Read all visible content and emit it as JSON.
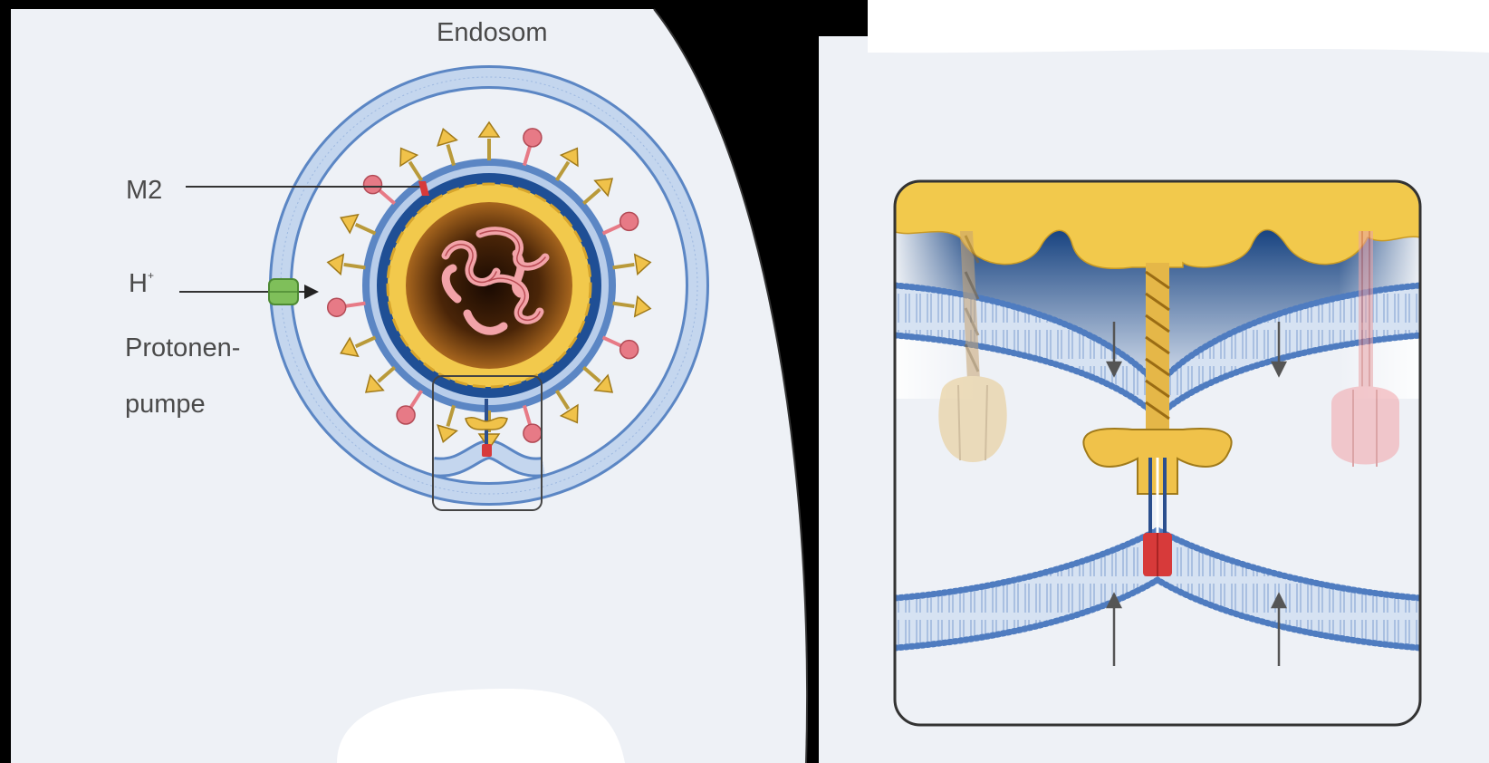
{
  "labels": {
    "endosom": "Endosom",
    "m2": "M2",
    "h_plus_base": "H",
    "h_plus_sup": "+",
    "proton_pump_line1": "Protonen-",
    "proton_pump_line2": "pumpe"
  },
  "colors": {
    "background": "#eef1f6",
    "membrane_fill": "#b8cdea",
    "membrane_edge": "#5b86c4",
    "matrix_yellow": "#f2c94c",
    "hemagglutinin_yellow": "#f0c24a",
    "neuraminidase_pink": "#e77a86",
    "m2_red": "#d73a3a",
    "proton_pump_green": "#7fbf5a",
    "core_brown": "#5a3010",
    "rna_pink": "#f2a3a8",
    "inner_blue": "#1f4f95",
    "frame": "#444444"
  }
}
